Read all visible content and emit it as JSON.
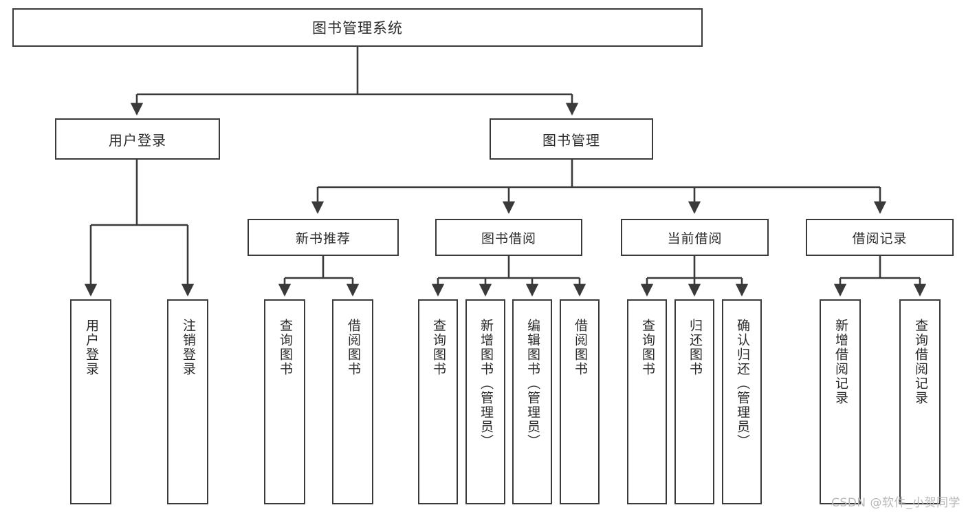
{
  "diagram": {
    "title": "图书管理系统",
    "watermark": "CSDN @软件_小贺同学",
    "line_color": "#3a3a3a",
    "text_color": "#2b2b2b",
    "background": "#ffffff",
    "watermark_color": "#b9b9b9"
  },
  "root": {
    "label": "图书管理系统"
  },
  "level1": [
    {
      "label": "用户登录"
    },
    {
      "label": "图书管理"
    }
  ],
  "level2": [
    {
      "label": "新书推荐"
    },
    {
      "label": "图书借阅"
    },
    {
      "label": "当前借阅"
    },
    {
      "label": "借阅记录"
    }
  ],
  "leaves": {
    "user_login": [
      {
        "label": "用户登录"
      },
      {
        "label": "注销登录"
      }
    ],
    "new_book_recommend": [
      {
        "label": "查询图书"
      },
      {
        "label": "借阅图书"
      }
    ],
    "book_borrow": [
      {
        "label": "查询图书"
      },
      {
        "label": "新增图书（管理员）"
      },
      {
        "label": "编辑图书（管理员）"
      },
      {
        "label": "借阅图书"
      }
    ],
    "current_borrow": [
      {
        "label": "查询图书"
      },
      {
        "label": "归还图书"
      },
      {
        "label": "确认归还（管理员）"
      }
    ],
    "borrow_records": [
      {
        "label": "新增借阅记录"
      },
      {
        "label": "查询借阅记录"
      }
    ]
  }
}
